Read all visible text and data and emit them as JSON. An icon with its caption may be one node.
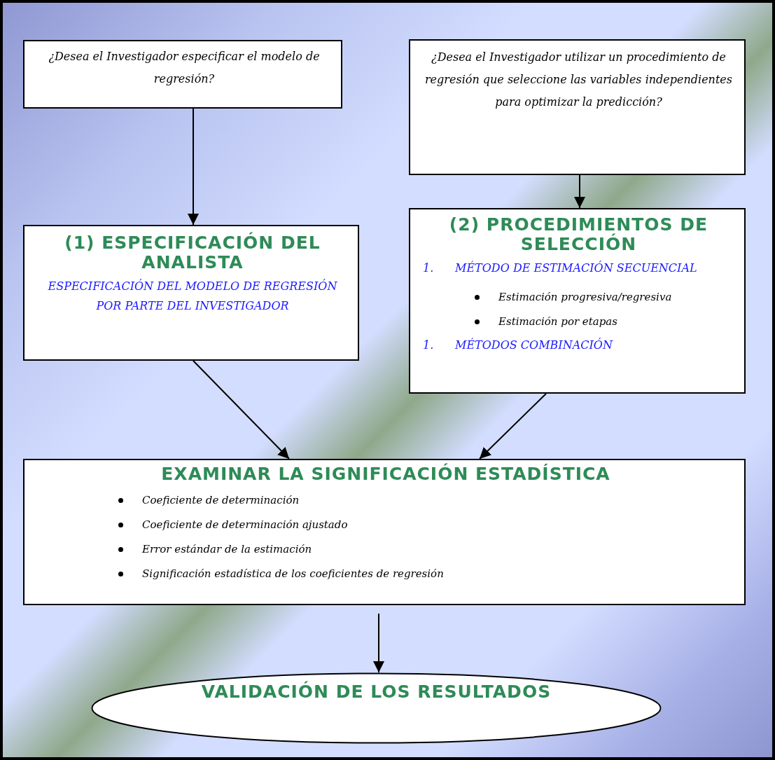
{
  "diagram": {
    "nodes": [
      {
        "text": [
          "¿Desea el Investigador especificar el modelo de regresión?"
        ]
      },
      {
        "text": [
          "¿Desea el Investigador utilizar un procedimiento de regresión que seleccione las variables independientes para optimizar la predicción?"
        ]
      },
      {
        "text": [
          "(1) ESPECIFICACIÓN DEL ANALISTA",
          "ESPECIFICACIÓN DEL MODELO DE REGRESIÓN POR PARTE DEL INVESTIGADOR"
        ]
      },
      {
        "text": [
          "(2) PROCEDIMIENTOS DE SELECCIÓN",
          "1.",
          "MÉTODO DE ESTIMACIÓN SECUENCIAL",
          "Estimación progresiva/regresiva",
          "Estimación por etapas",
          "1.",
          "MÉTODOS COMBINACIÓN"
        ]
      },
      {
        "text": [
          "EXAMINAR LA SIGNIFICACIÓN ESTADÍSTICA",
          "Coeficiente de determinación",
          "Coeficiente de determinación ajustado",
          "Error estándar de la estimación",
          "Significación estadística de los coeficientes de regresión"
        ]
      },
      {
        "text": [
          "VALIDACIÓN DE LOS RESULTADOS"
        ]
      }
    ],
    "edges": [
      {
        "from": 0,
        "to": 2,
        "arrow": "to"
      },
      {
        "from": 1,
        "to": 3,
        "arrow": "to"
      },
      {
        "from": 2,
        "to": 4,
        "arrow": "to"
      },
      {
        "from": 3,
        "to": 4,
        "arrow": "to"
      },
      {
        "from": 4,
        "to": 5,
        "arrow": "to"
      }
    ]
  }
}
